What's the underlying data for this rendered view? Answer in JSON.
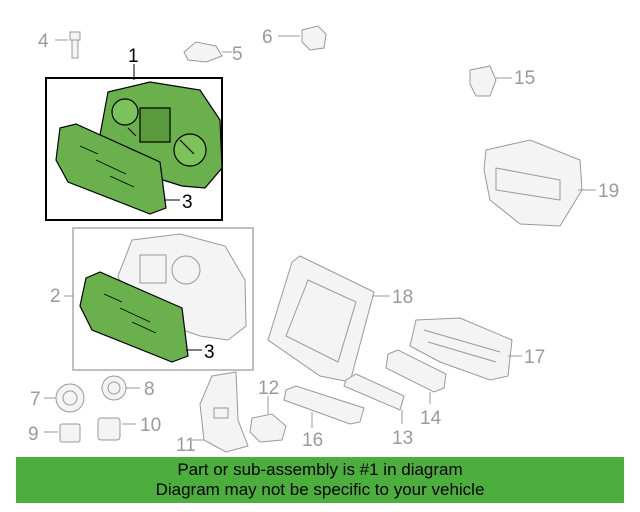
{
  "callouts": {
    "c1": "1",
    "c2": "2",
    "c3a": "3",
    "c3b": "3",
    "c4": "4",
    "c5": "5",
    "c6": "6",
    "c7": "7",
    "c8": "8",
    "c9": "9",
    "c10": "10",
    "c11": "11",
    "c12": "12",
    "c13": "13",
    "c14": "14",
    "c15": "15",
    "c16": "16",
    "c17": "17",
    "c18": "18",
    "c19": "19"
  },
  "banner": {
    "line1": "Part or sub-assembly is #1 in diagram",
    "line2": "Diagram may not be specific to your vehicle"
  },
  "colors": {
    "highlight": "#4cae3c",
    "part_fill": "#6ab04c",
    "line_dim": "#9a9a9a",
    "line_strong": "#000000"
  }
}
